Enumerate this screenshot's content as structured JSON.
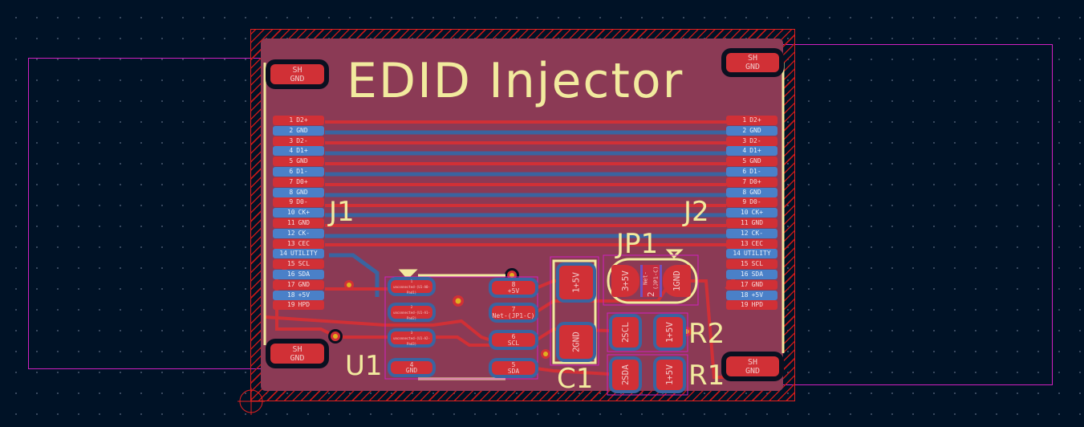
{
  "board": {
    "title": "EDID Injector"
  },
  "refs": {
    "j1": "J1",
    "j2": "J2",
    "jp1": "JP1",
    "u1": "U1",
    "c1": "C1",
    "r1": "R1",
    "r2": "R2"
  },
  "connector_pins": [
    {
      "n": "1",
      "name": "D2+"
    },
    {
      "n": "2",
      "name": "GND"
    },
    {
      "n": "3",
      "name": "D2-"
    },
    {
      "n": "4",
      "name": "D1+"
    },
    {
      "n": "5",
      "name": "GND"
    },
    {
      "n": "6",
      "name": "D1-"
    },
    {
      "n": "7",
      "name": "D0+"
    },
    {
      "n": "8",
      "name": "GND"
    },
    {
      "n": "9",
      "name": "D0-"
    },
    {
      "n": "10",
      "name": "CK+"
    },
    {
      "n": "11",
      "name": "GND"
    },
    {
      "n": "12",
      "name": "CK-"
    },
    {
      "n": "13",
      "name": "CEC"
    },
    {
      "n": "14",
      "name": "UTILITY"
    },
    {
      "n": "15",
      "name": "SCL"
    },
    {
      "n": "16",
      "name": "SDA"
    },
    {
      "n": "17",
      "name": "GND"
    },
    {
      "n": "18",
      "name": "+5V"
    },
    {
      "n": "19",
      "name": "HPD"
    }
  ],
  "shield": {
    "l1": "SH",
    "l2": "GND"
  },
  "u1_pins": [
    {
      "n": "1",
      "name": "unconnected-(U1-A0-Pad1)"
    },
    {
      "n": "2",
      "name": "unconnected-(U1-A1-Pad2)"
    },
    {
      "n": "3",
      "name": "unconnected-(U1-A2-Pad3)"
    },
    {
      "n": "4",
      "name": "GND"
    },
    {
      "n": "5",
      "name": "SDA"
    },
    {
      "n": "6",
      "name": "SCL"
    },
    {
      "n": "7",
      "name": "Net-(JP1-C)"
    },
    {
      "n": "8",
      "name": "+5V"
    }
  ],
  "c1_pins": [
    {
      "n": "1",
      "name": "+5V"
    },
    {
      "n": "2",
      "name": "GND"
    }
  ],
  "jp1_pins": [
    {
      "n": "3",
      "name": "+5V"
    },
    {
      "n": "2",
      "name": "Net-(JP1-C)"
    },
    {
      "n": "1",
      "name": "GND"
    }
  ],
  "r2_pins": [
    {
      "n": "2",
      "name": "SCL"
    },
    {
      "n": "1",
      "name": "+5V"
    }
  ],
  "r1_pins": [
    {
      "n": "2",
      "name": "SDA"
    },
    {
      "n": "1",
      "name": "+5V"
    }
  ]
}
